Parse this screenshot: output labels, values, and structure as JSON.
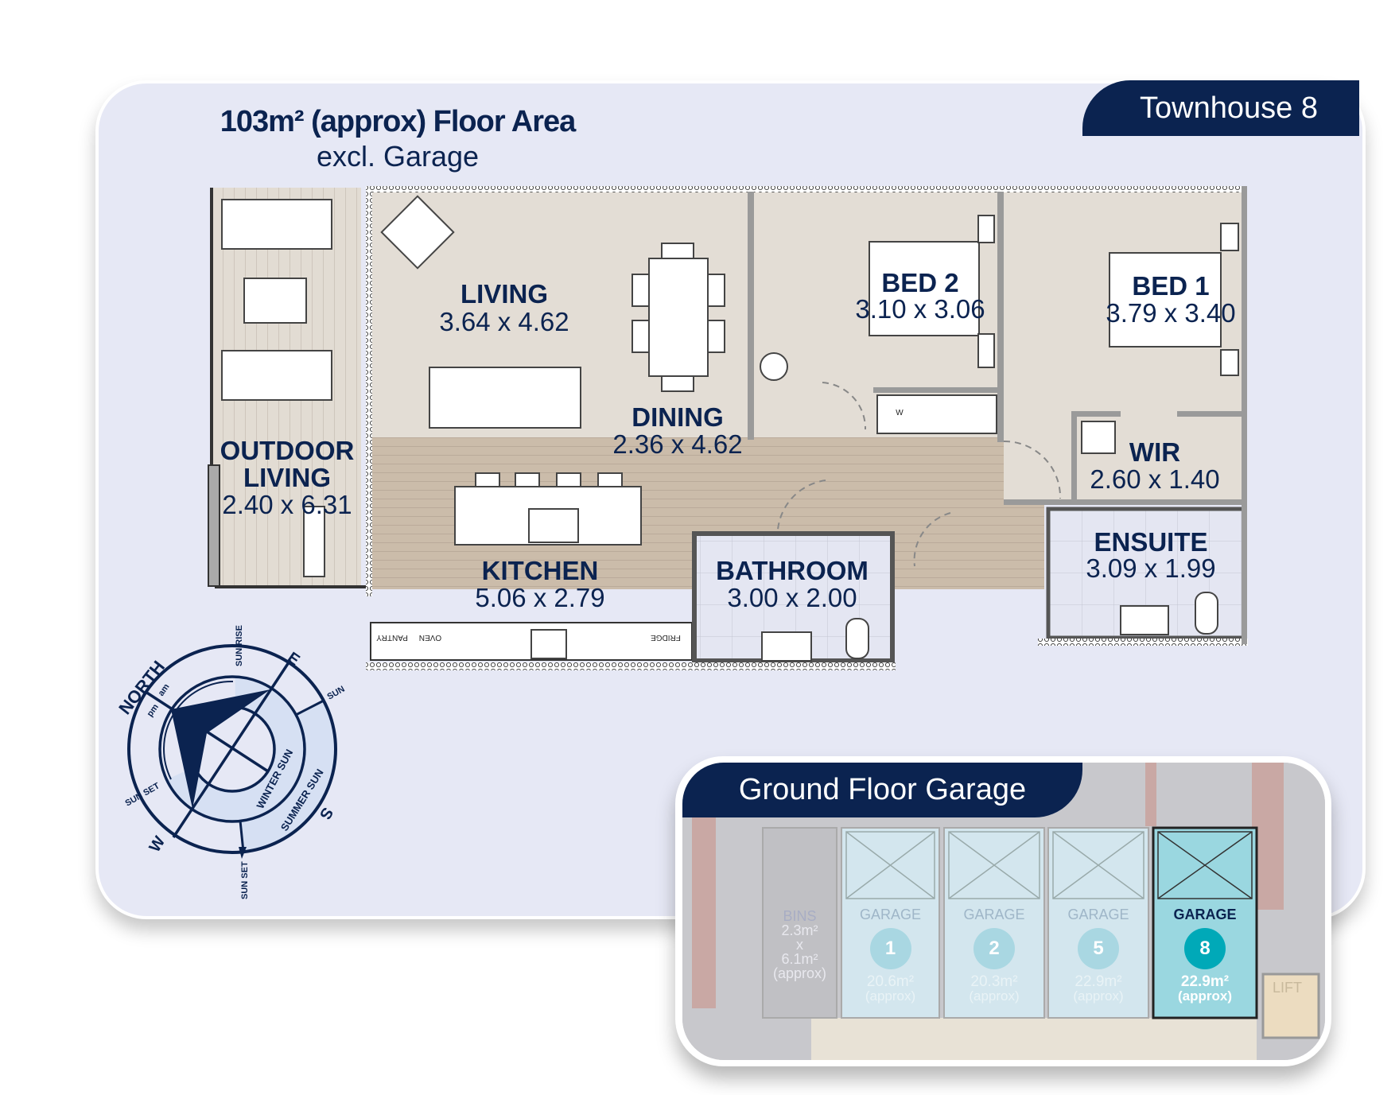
{
  "header": {
    "title": "103m² (approx) Floor Area",
    "subtitle": "excl. Garage",
    "unit_tab": "Townhouse 8"
  },
  "rooms": {
    "living": {
      "name": "LIVING",
      "dims": "3.64 x 4.62"
    },
    "dining": {
      "name": "DINING",
      "dims": "2.36 x 4.62"
    },
    "outdoor": {
      "name_line1": "OUTDOOR",
      "name_line2": "LIVING",
      "dims": "2.40 x 6.31"
    },
    "kitchen": {
      "name": "KITCHEN",
      "dims": "5.06 x 2.79"
    },
    "bathroom": {
      "name": "BATHROOM",
      "dims": "3.00 x 2.00"
    },
    "bed2": {
      "name": "BED 2",
      "dims": "3.10 x 3.06"
    },
    "bed1": {
      "name": "BED 1",
      "dims": "3.79 x 3.40"
    },
    "wir": {
      "name": "WIR",
      "dims": "2.60 x 1.40"
    },
    "ensuite": {
      "name": "ENSUITE",
      "dims": "3.09 x 1.99"
    }
  },
  "appliances": {
    "pantry": "PANTRY",
    "oven": "OVEN",
    "fridge": "FRIDGE",
    "washer": "W"
  },
  "compass": {
    "north": "NORTH",
    "east": "E",
    "south": "S",
    "west": "W",
    "sunrise": "SUN RISE",
    "sun_right": "SUN",
    "sunset_left": "SUN SET",
    "sunset_bottom": "SUN SET",
    "am": "am",
    "pm": "pm",
    "winter": "WINTER SUN",
    "summer": "SUMMER SUN",
    "colors": {
      "navy": "#0b2350",
      "band": "#d6e0f3"
    }
  },
  "garage_section": {
    "title": "Ground Floor Garage",
    "bins": {
      "label": "BINS",
      "line1": "2.3m²",
      "line2": "x",
      "line3": "6.1m²",
      "line4": "(approx)"
    },
    "garages": [
      {
        "label": "GARAGE",
        "number": "1",
        "area": "20.6m²",
        "approx": "(approx)",
        "selected": false
      },
      {
        "label": "GARAGE",
        "number": "2",
        "area": "20.3m²",
        "approx": "(approx)",
        "selected": false
      },
      {
        "label": "GARAGE",
        "number": "5",
        "area": "22.9m²",
        "approx": "(approx)",
        "selected": false
      },
      {
        "label": "GARAGE",
        "number": "8",
        "area": "22.9m²",
        "approx": "(approx)",
        "selected": true
      }
    ],
    "lift": "LIFT",
    "highlight_color": "#00a9b8"
  }
}
